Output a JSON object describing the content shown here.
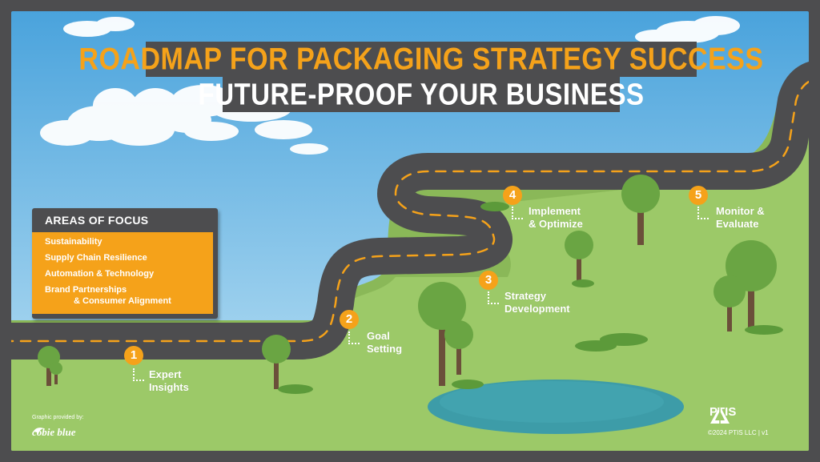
{
  "title": "ROADMAP FOR PACKAGING STRATEGY SUCCESS",
  "subtitle": "FUTURE-PROOF YOUR BUSINESS",
  "focus": {
    "heading": "AREAS OF FOCUS",
    "items": [
      "Sustainability",
      "Supply Chain Resilience",
      "Automation & Technology",
      "Brand Partnerships",
      "& Consumer Alignment"
    ]
  },
  "steps": [
    {
      "number": "1",
      "line1": "Expert",
      "line2": "Insights"
    },
    {
      "number": "2",
      "line1": "Goal",
      "line2": "Setting"
    },
    {
      "number": "3",
      "line1": "Strategy",
      "line2": "Development"
    },
    {
      "number": "4",
      "line1": "Implement",
      "line2": "& Optimize"
    },
    {
      "number": "5",
      "line1": "Monitor &",
      "line2": "Evaluate"
    }
  ],
  "footer": {
    "credit": "Graphic provided by:",
    "cobie": "cobie blue",
    "ptis": "PTIS",
    "copyright": "©2024 PTIS LLC | v1"
  },
  "colors": {
    "accent": "#f5a21a",
    "road": "#4d4d4f",
    "grass": "#92bf5c",
    "sky": "#5aaee0",
    "pond": "#3d9ca8"
  }
}
